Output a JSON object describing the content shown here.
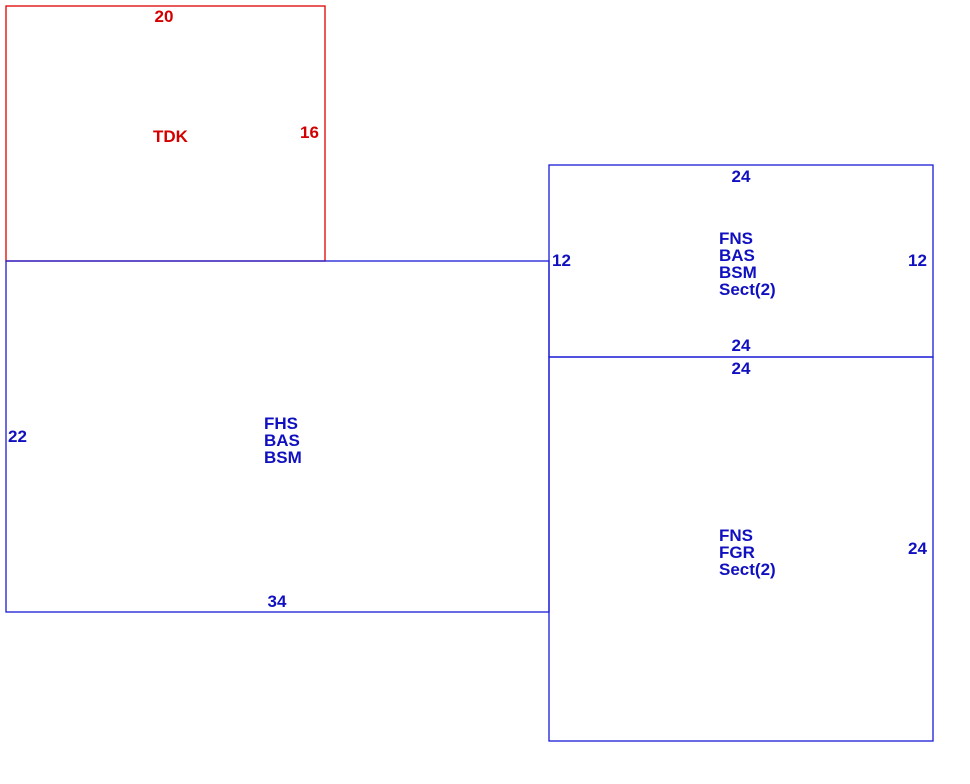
{
  "colors": {
    "deck": "#d40000",
    "building": "#1010c0"
  },
  "deck": {
    "code": "TDK",
    "dim_top": "20",
    "dim_right": "16"
  },
  "main_area": {
    "codes": [
      "FHS",
      "BAS",
      "BSM"
    ],
    "dim_left": "22",
    "dim_bottom": "34"
  },
  "upper_right_area": {
    "codes": [
      "FNS",
      "BAS",
      "BSM",
      "Sect(2)"
    ],
    "dim_top": "24",
    "dim_left": "12",
    "dim_right": "12",
    "dim_bottom": "24"
  },
  "lower_right_area": {
    "codes": [
      "FNS",
      "FGR",
      "Sect(2)"
    ],
    "dim_top": "24",
    "dim_right": "24"
  }
}
